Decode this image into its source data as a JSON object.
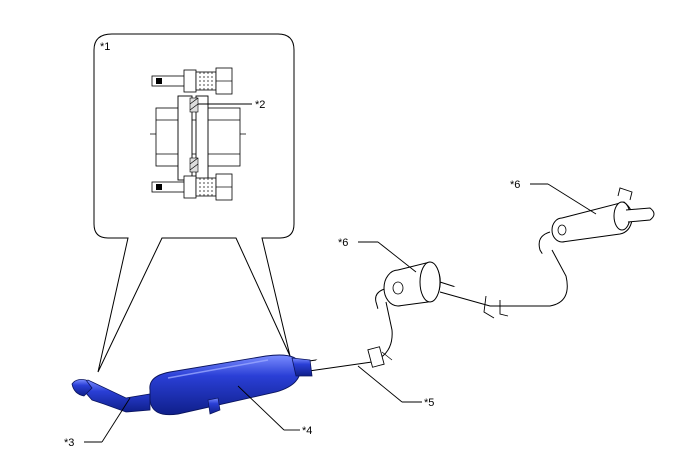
{
  "labels": {
    "detail_view": "*1",
    "gasket": "*2",
    "front_pipe": "*3",
    "catalytic_converter": "*4",
    "center_pipe": "*5",
    "center_muffler": "*6",
    "tail_muffler": "*6"
  },
  "colors": {
    "highlight": "#2a3fd6",
    "highlight_dark": "#0f1f8a",
    "highlight_light": "#6a7cff",
    "line": "#000000"
  }
}
